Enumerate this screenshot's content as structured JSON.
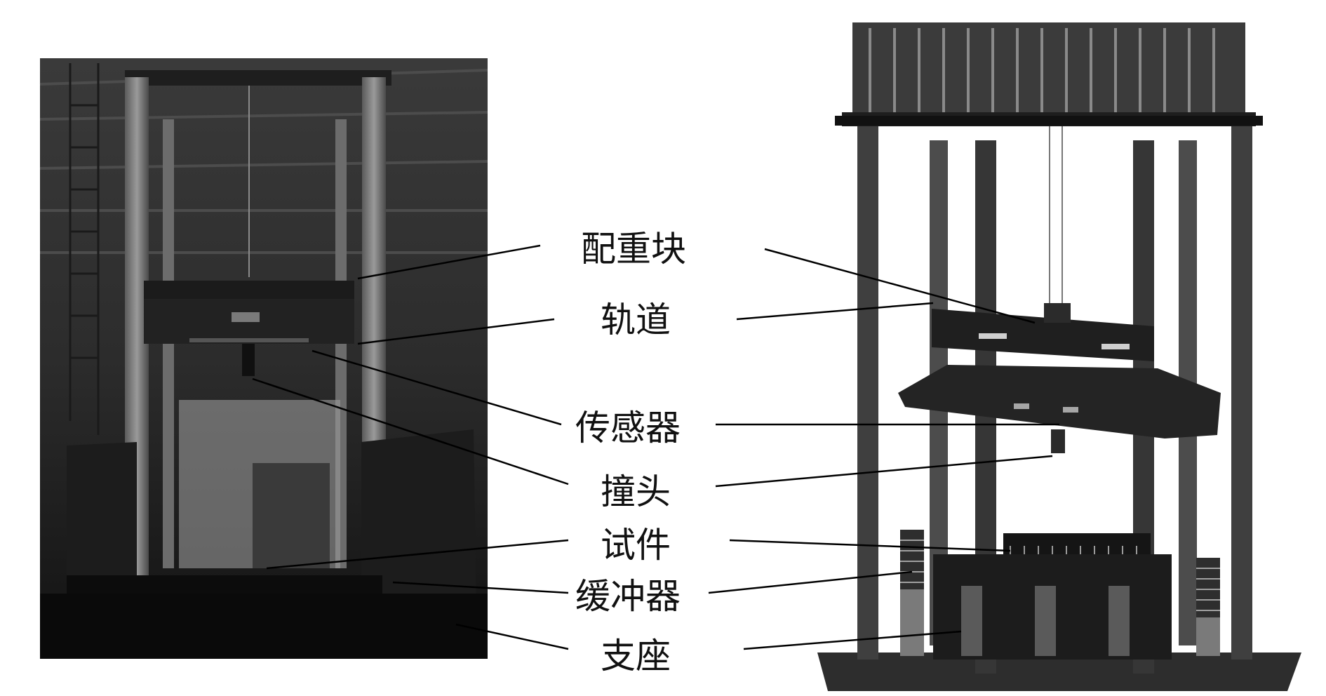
{
  "labels": [
    "配重块",
    "轨道",
    "传感器",
    "撞头",
    "试件",
    "缓冲器",
    "支座"
  ],
  "colors": {
    "photo_background": "#2b2b2b",
    "photo_frame": "#6a6a6a",
    "model_frame": "#3c3c3c",
    "model_dark": "#262626",
    "leader_line": "#000000"
  }
}
